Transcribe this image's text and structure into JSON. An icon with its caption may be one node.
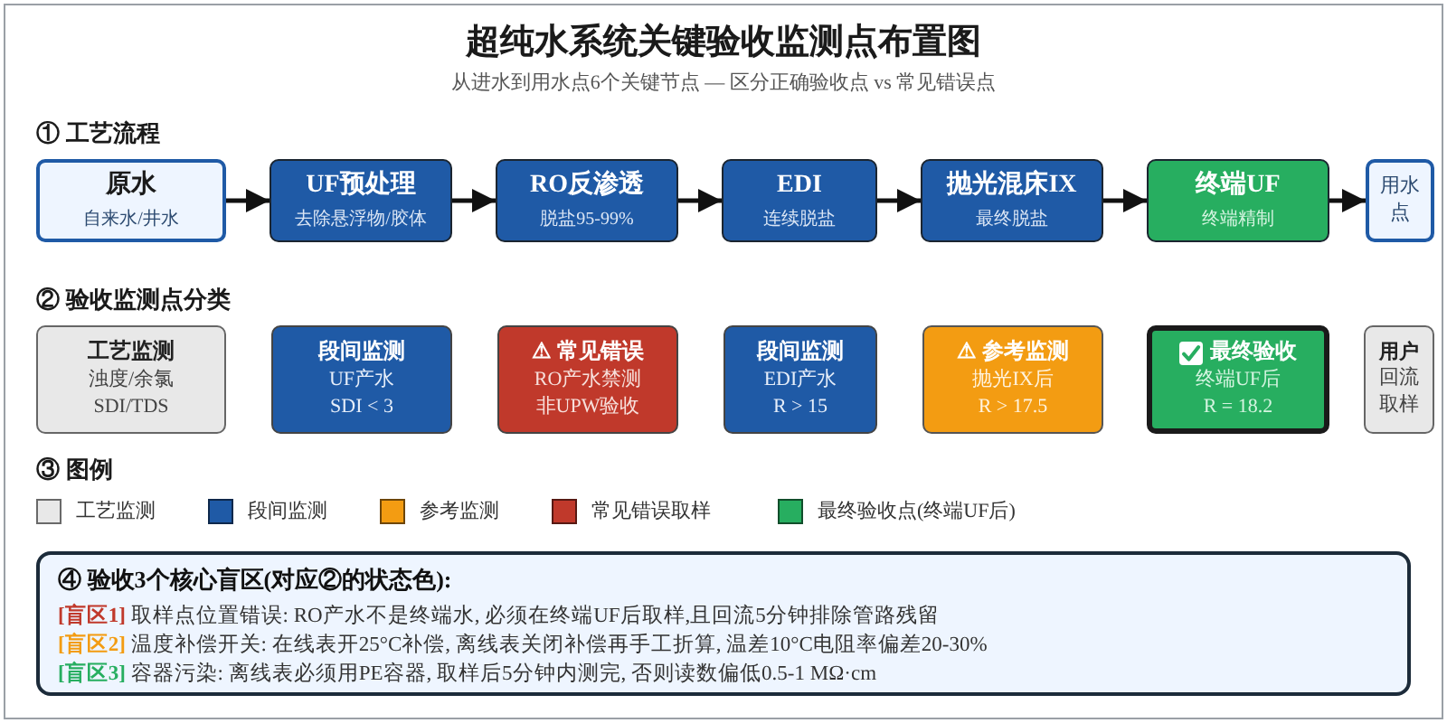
{
  "diagram": {
    "title": "超纯水系统关键验收监测点布置图",
    "nodes": [
      {
        "text": [
          "原水",
          "自来水/井水"
        ]
      },
      {
        "text": [
          "UF预处理",
          "去除悬浮物/胶体"
        ]
      },
      {
        "text": [
          "RO反渗透",
          "脱盐95-99%"
        ]
      },
      {
        "text": [
          "EDI",
          "连续脱盐"
        ]
      },
      {
        "text": [
          "抛光混床IX",
          "最终脱盐"
        ]
      },
      {
        "text": [
          "终端UF",
          "终端精制"
        ]
      },
      {
        "text": [
          "用水点"
        ]
      },
      {
        "text": [
          "工艺监测",
          "浊度/余氯",
          "SDI/TDS"
        ]
      },
      {
        "text": [
          "段间监测",
          "UF产水",
          "SDI < 3"
        ]
      },
      {
        "text": [
          "⚠ 常见错误",
          "RO产水禁测",
          "非UPW验收"
        ]
      },
      {
        "text": [
          "段间监测",
          "EDI产水",
          "R > 15"
        ]
      },
      {
        "text": [
          "⚠ 参考监测",
          "抛光IX后",
          "R > 17.5"
        ]
      },
      {
        "text": [
          "最终验收",
          "终端UF后",
          "R = 18.2"
        ]
      },
      {
        "text": [
          "用户",
          "回流取样"
        ]
      },
      {
        "text": [
          "④ 验收3个核心盲区(对应②的状态色):",
          "**[盲区1]** 取样点位置错误: RO产水不是终端水, 必须在终端UF后取样,且回流5分钟排除管路残留",
          "**[盲区2]** 温度补偿开关: 在线表开25°C补偿, 离线表关闭补偿再手工折算, 温差10°C电阻率偏差20-30%",
          "**[盲区3]** 容器污染: 离线表必须用PE容器, 取样后5分钟内测完, 否则读数偏低0.5-1 MΩ·cm"
        ]
      }
    ],
    "edges": [
      {
        "from": 0,
        "to": 1,
        "arrow": "to"
      },
      {
        "from": 1,
        "to": 2,
        "arrow": "to"
      },
      {
        "from": 2,
        "to": 3,
        "arrow": "to"
      },
      {
        "from": 3,
        "to": 4,
        "arrow": "to"
      },
      {
        "from": 4,
        "to": 5,
        "arrow": "to"
      },
      {
        "from": 5,
        "to": 6,
        "arrow": "to"
      }
    ],
    "labels": [
      "从进水到用水点6个关键节点 — 区分正确验收点 vs 常见错误点",
      "① 工艺流程",
      "② 验收监测点分类",
      "③ 图例"
    ],
    "legend": [
      {
        "text": "工艺监测",
        "color": "#e8e8e8"
      },
      {
        "text": "段间监测",
        "color": "#1f5aa6"
      },
      {
        "text": "参考监测",
        "color": "#f39c12"
      },
      {
        "text": "常见错误取样",
        "color": "#c0392b"
      },
      {
        "text": "最终验收点(终端UF后)",
        "color": "#27ae60"
      }
    ]
  }
}
